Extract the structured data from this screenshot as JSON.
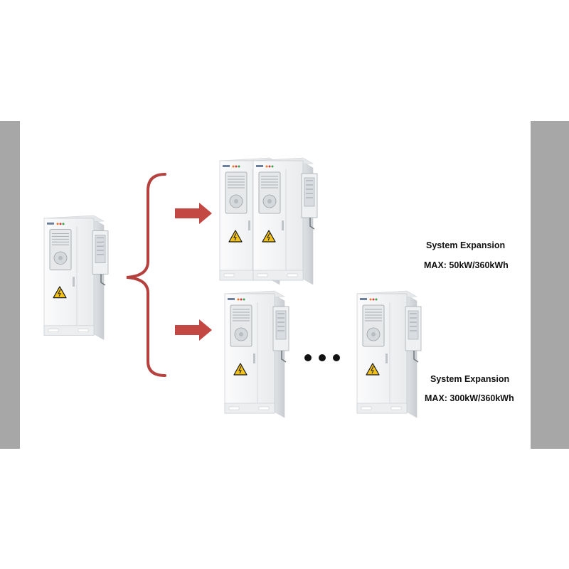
{
  "expansion_top": {
    "title": "System Expansion",
    "max": "MAX:  50kW/360kWh"
  },
  "expansion_bottom": {
    "title": "System Expansion",
    "max": "MAX:  300kW/360kWh"
  },
  "colors": {
    "bracket": "#b5413e",
    "arrow": "#c34743",
    "pillar": "#a7a7a7",
    "cabinet_body": "#f4f5f6",
    "cabinet_shadow": "#dcdfe2",
    "warning": "#f2c21a"
  },
  "icons": [
    "ellipsis-icon",
    "warning-triangle-icon",
    "arrow-right-icon"
  ]
}
